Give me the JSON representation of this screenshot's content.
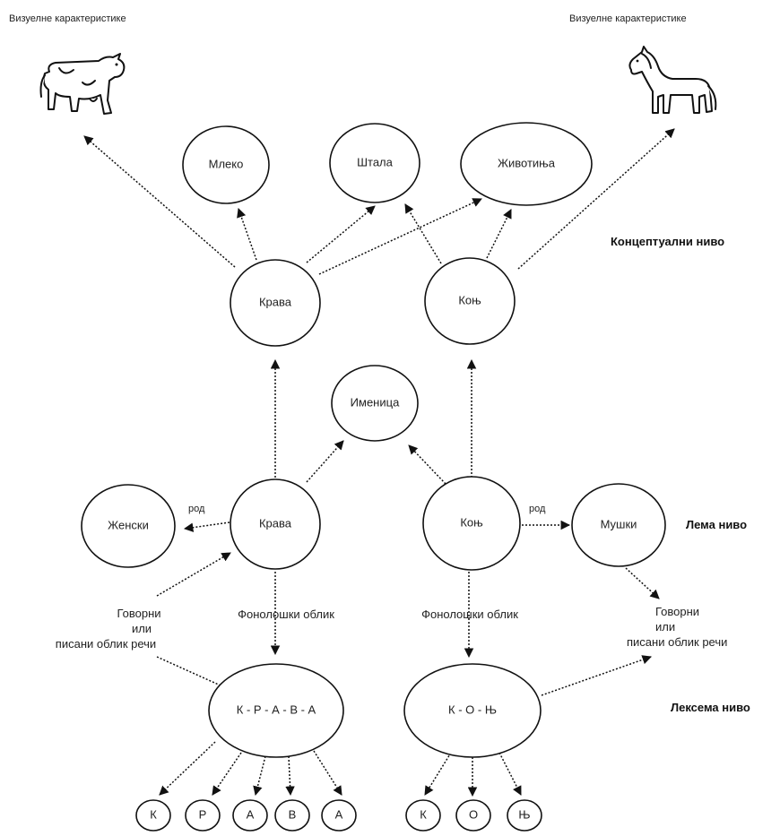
{
  "headers": {
    "left_visual": "Визуелне карактеристике",
    "right_visual": "Визуелне карактеристике"
  },
  "levels": {
    "conceptual": "Концептуални ниво",
    "lemma": "Лема ниво",
    "lexeme": "Лексема ниво"
  },
  "nodes": {
    "mleko": "Млеко",
    "shtala": "Штала",
    "zhivotinja": "Животиња",
    "krava_concept": "Крава",
    "konj_concept": "Коњ",
    "imenica": "Именица",
    "zhenski": "Женски",
    "krava_lemma": "Крава",
    "konj_lemma": "Коњ",
    "mushki": "Мушки",
    "krava_lexeme": "К - Р - А - В - А",
    "konj_lexeme": "К - О - Њ"
  },
  "letters": {
    "krava": [
      "К",
      "Р",
      "А",
      "В",
      "А"
    ],
    "konj": [
      "К",
      "О",
      "Њ"
    ]
  },
  "labels": {
    "rod_left": "род",
    "rod_right": "род",
    "phon_left": "Фонолошки облик",
    "phon_right": "Фонолошки облик",
    "spoken_left": [
      "Говорни",
      "или",
      "писани облик речи"
    ],
    "spoken_right": [
      "Говорни",
      "или",
      "писани облик речи"
    ]
  },
  "icons": {
    "left": "cow-drawing-icon",
    "right": "horse-drawing-icon"
  }
}
